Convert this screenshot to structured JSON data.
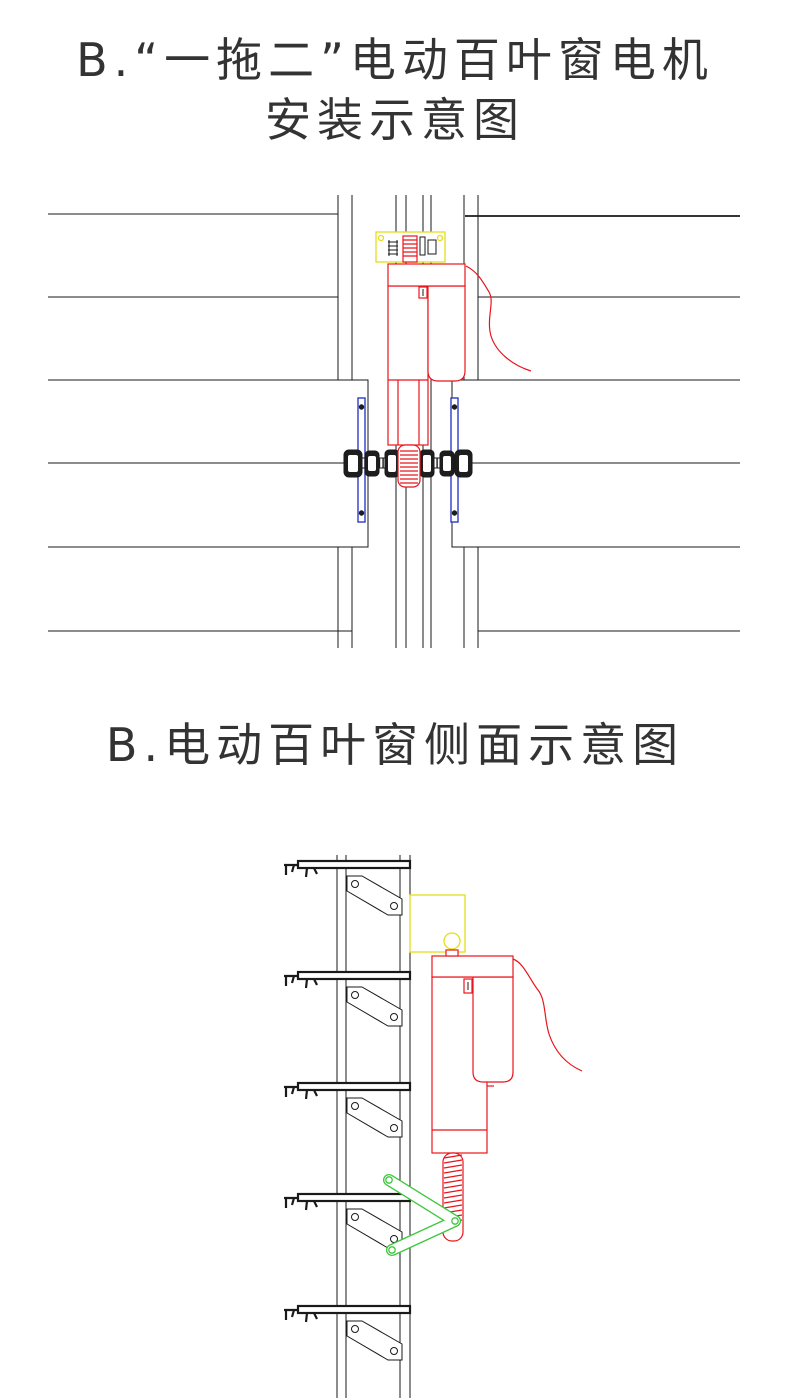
{
  "titles": {
    "install_line1": "B.“一拖二”电动百叶窗电机",
    "install_line2": "安装示意图",
    "side_view": "B.电动百叶窗侧面示意图"
  },
  "colors": {
    "text": "#333333",
    "line": "#1a1a1a",
    "motor": "#e8141c",
    "bracket": "#e3dd1a",
    "plate": "#2f3bc4",
    "linkage": "#3cc83c"
  }
}
